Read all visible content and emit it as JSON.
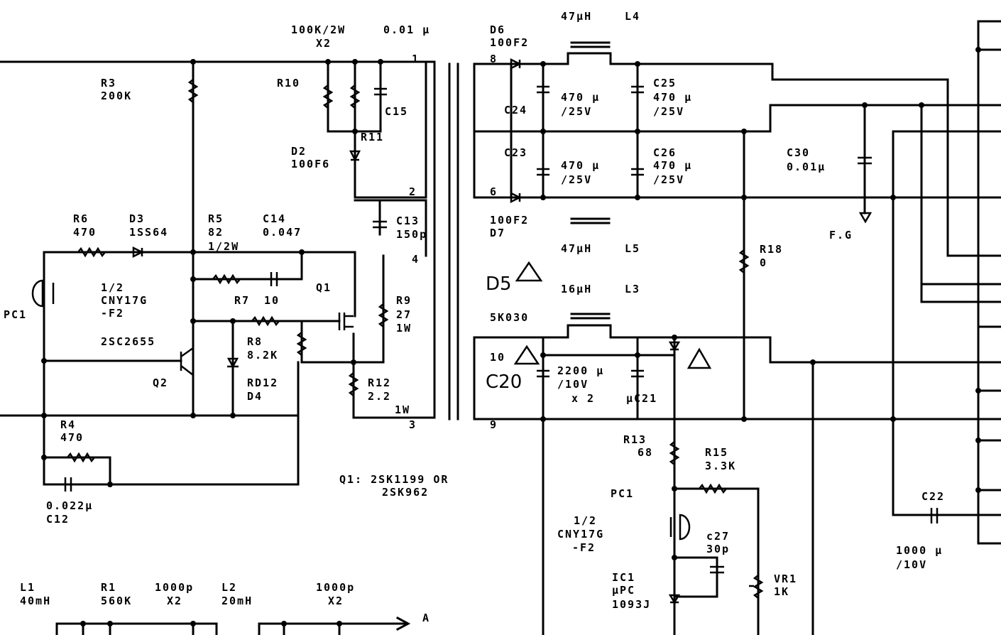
{
  "labels": {
    "r10_top": "100K/2W",
    "x2_top": "X2",
    "cap_top": "0.01 µ",
    "d6": "D6",
    "d6_part": "100F2",
    "l4_val": "47µH",
    "l4": "L4",
    "r3": "R3",
    "r3_val": "200K",
    "r10": "R10",
    "c15": "C15",
    "r11": "R11",
    "d2": "D2",
    "d2_part": "100F6",
    "c24": "C24",
    "c24_val": "470 µ",
    "c24_v": "/25V",
    "c25": "C25",
    "c25_val": "470 µ",
    "c25_v": "/25V",
    "c23": "C23",
    "c23_val": "470 µ",
    "c23_v": "/25V",
    "c26": "C26",
    "c26_val": "470 µ",
    "c26_v": "/25V",
    "c30": "C30",
    "c30_val": "0.01µ",
    "r6": "R6",
    "r6_val": "470",
    "d3": "D3",
    "d3_part": "1SS64",
    "r5": "R5",
    "r5_val": "82",
    "r5_w": "1/2W",
    "c14": "C14",
    "c14_val": "0.047",
    "c13": "C13",
    "c13_val": "150p",
    "d7_part": "100F2",
    "d7": "D7",
    "fg": "F.G",
    "l5_val": "47µH",
    "l5": "L5",
    "r18": "R18",
    "r18_val": "0",
    "pc1_half": "1/2",
    "pc1_part": "CNY17G",
    "pc1_sub": "-F2",
    "pc1": "PC1",
    "r7": "R7",
    "r7_val": "10",
    "q1": "Q1",
    "d5_hand": "D5",
    "l3_val": "16µH",
    "l3": "L3",
    "r9": "R9",
    "r9_val": "27",
    "r9_w": "1W",
    "d5_part": "5K030",
    "q2_part": "2SC2655",
    "r8": "R8",
    "r8_val": "8.2K",
    "q2": "Q2",
    "d4_part": "RD12",
    "d4": "D4",
    "r12": "R12",
    "r12_val": "2.2",
    "r12_w": "1W",
    "c20_num": "10",
    "c20_hand": "C20",
    "c20_val": "2200 µ",
    "c20_v": "/10V",
    "c20_x2": "x 2",
    "c21": "µC21",
    "r4": "R4",
    "r4_val": "470",
    "r13": "R13",
    "r13_val": "68",
    "r15": "R15",
    "r15_val": "3.3K",
    "q1_note": "Q1: 2SK1199  OR",
    "q1_alt": "2SK962",
    "c12_val": "0.022µ",
    "c12": "C12",
    "pc1_b": "PC1",
    "pc1_b_half": "1/2",
    "pc1_b_part": "CNY17G",
    "pc1_b_sub": "-F2",
    "c27": "c27",
    "c27_val": "30p",
    "c22": "C22",
    "ic1": "IC1",
    "ic1_type": "µPC",
    "ic1_part": "1093J",
    "vr1": "VR1",
    "vr1_val": "1K",
    "c22_val": "1000 µ",
    "c22_v": "/10V",
    "l1": "L1",
    "l1_val": "40mH",
    "r1": "R1",
    "r1_val": "560K",
    "c_bot": "1000p",
    "c_bot_x2": "X2",
    "l2": "L2",
    "l2_val": "20mH",
    "c_bot2": "1000p",
    "c_bot2_x2": "X2",
    "arrow_a": "A",
    "pin1": "1",
    "pin2": "2",
    "pin4": "4",
    "pin3": "3",
    "pin8": "8",
    "pin6": "6",
    "pin9": "9"
  }
}
